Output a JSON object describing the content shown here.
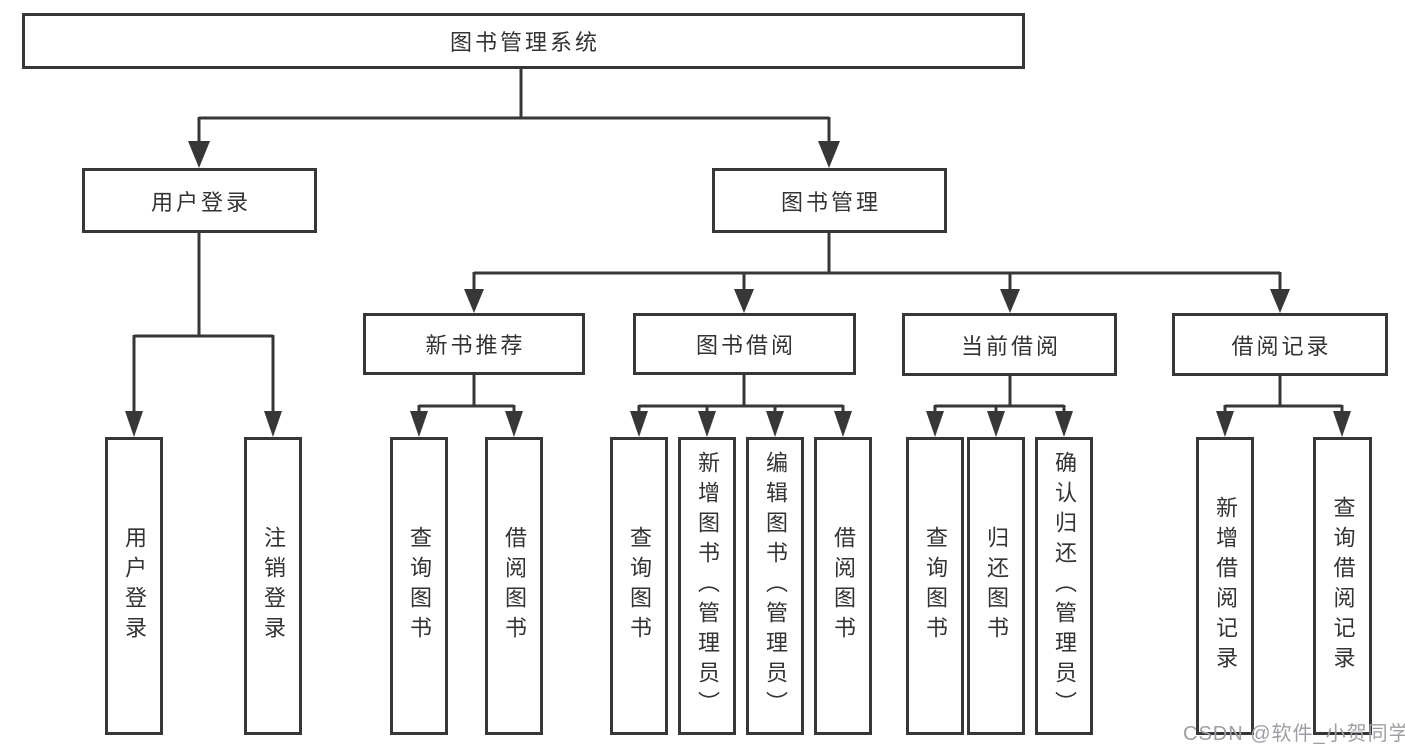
{
  "tree": {
    "root": {
      "label": "图书管理系统"
    },
    "branches": [
      {
        "label": "用户登录",
        "children": [
          {
            "label": "用户登录"
          },
          {
            "label": "注销登录"
          }
        ]
      },
      {
        "label": "图书管理",
        "children": [
          {
            "label": "新书推荐",
            "children": [
              {
                "label": "查询图书"
              },
              {
                "label": "借阅图书"
              }
            ]
          },
          {
            "label": "图书借阅",
            "children": [
              {
                "label": "查询图书"
              },
              {
                "label": "新增图书（管理员）"
              },
              {
                "label": "编辑图书（管理员）"
              },
              {
                "label": "借阅图书"
              }
            ]
          },
          {
            "label": "当前借阅",
            "children": [
              {
                "label": "查询图书"
              },
              {
                "label": "归还图书"
              },
              {
                "label": "确认归还（管理员）"
              }
            ]
          },
          {
            "label": "借阅记录",
            "children": [
              {
                "label": "新增借阅记录"
              },
              {
                "label": "查询借阅记录"
              }
            ]
          }
        ]
      }
    ]
  },
  "watermark": {
    "text": "CSDN @软件_小贺同学"
  },
  "colors": {
    "line": "#373737",
    "text": "#333333",
    "watermark": "#9e9ea4",
    "background": "#ffffff"
  }
}
